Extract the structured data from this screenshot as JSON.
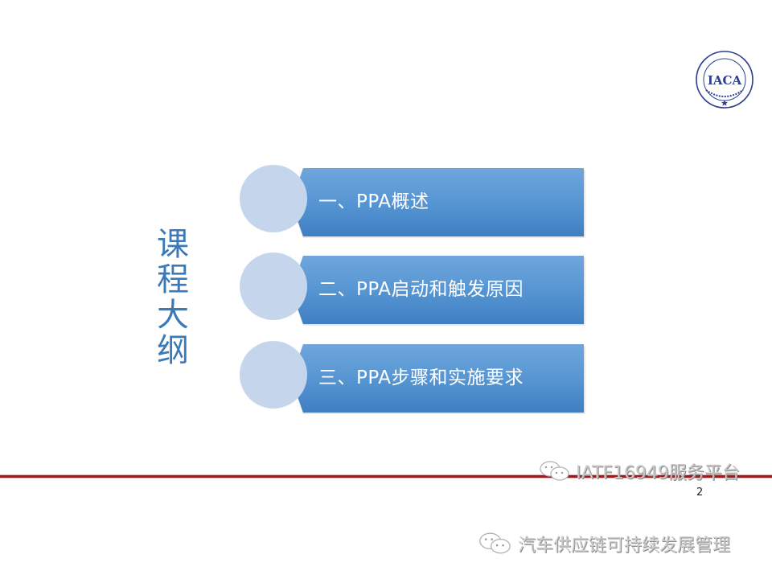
{
  "slide": {
    "page_number": "2",
    "logo": {
      "text": "IACA",
      "icon": "iaca-seal-logo",
      "color": "#2f3f8f"
    },
    "section_title_chars": [
      "课",
      "程",
      "大",
      "纲"
    ],
    "section_title": "课程大纲",
    "title_color": "#3a7ab8",
    "items": [
      {
        "label": "一、PPA概述"
      },
      {
        "label": "二、PPA启动和触发原因"
      },
      {
        "label": "三、PPA步骤和实施要求"
      }
    ],
    "colors": {
      "banner": "#5796d3",
      "circle": "#c5d6ec",
      "rule": "#a4161a"
    }
  },
  "watermarks": [
    {
      "icon": "wechat-icon",
      "text": "IATF16949服务平台"
    },
    {
      "icon": "wechat-icon",
      "text": "汽车供应链可持续发展管理"
    }
  ]
}
